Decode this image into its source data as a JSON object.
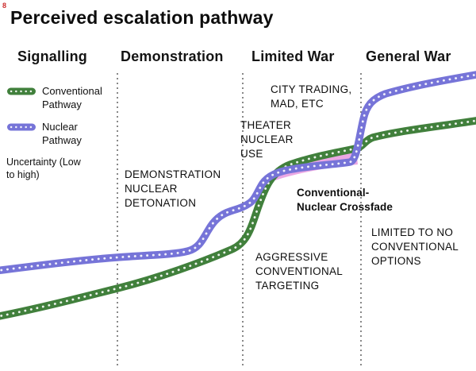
{
  "title": "Perceived escalation pathway",
  "corner_mark": "8",
  "phases": [
    "Signalling",
    "Demonstration",
    "Limited War",
    "General War"
  ],
  "legend": {
    "conventional_label": "Conventional\nPathway",
    "nuclear_label": "Nuclear\nPathway",
    "uncertainty_label": "Uncertainty (Low\nto high)"
  },
  "annotations": {
    "demonstration_detonation": "DEMONSTRATION\nNUCLEAR\nDETONATION",
    "theater_nuclear_use": "THEATER\nNUCLEAR\nUSE",
    "city_trading": "CITY TRADING,\nMAD, ETC",
    "aggressive_targeting": "AGGRESSIVE\nCONVENTIONAL\nTARGETING",
    "crossfade": "Conventional-\nNuclear Crossfade",
    "limited_options": "LIMITED TO NO\nCONVENTIONAL\nOPTIONS"
  },
  "colors": {
    "conventional": "#41803c",
    "nuclear": "#7674d8",
    "crossfade_fill": "#eba8e4",
    "divider": "#6b6b6b",
    "text": "#0e0e0e"
  }
}
